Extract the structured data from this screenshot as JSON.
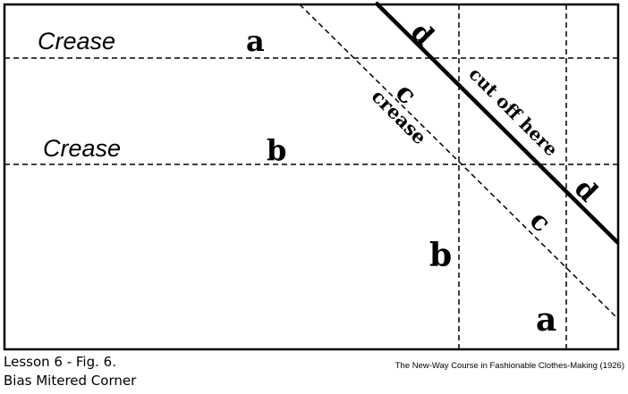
{
  "figure": {
    "crease_top_label": "Crease",
    "crease_mid_label": "Crease",
    "letter_a_top": "a",
    "letter_b_mid": "b",
    "letter_c_diag": "c",
    "crease_diag_label": "crease",
    "letter_d_top": "d",
    "cut_label": "cut off here",
    "letter_d_right": "d",
    "letter_c_right": "c",
    "letter_b_lower": "b",
    "letter_a_bottom": "a"
  },
  "caption": {
    "line1": "Lesson 6 - Fig. 6.",
    "line2": "Bias Mitered Corner"
  },
  "credit": "The New-Way Course in Fashionable Clothes-Making (1926)"
}
